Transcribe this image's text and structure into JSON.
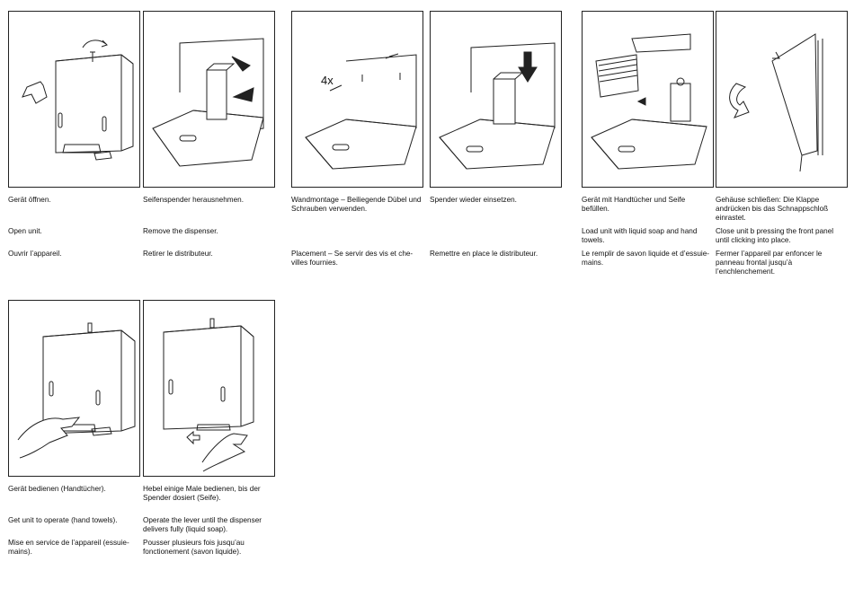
{
  "steps": [
    {
      "de": "Gerät öffnen.",
      "en": "Open unit.",
      "fr": "Ouvrir l’appareil.",
      "icon": "open-unit-illustration"
    },
    {
      "de": "Seifenspender herausnehmen.",
      "en": "Remove the dispenser.",
      "fr": "Retirer le distributeur.",
      "icon": "remove-dispenser-illustration"
    },
    {
      "de": "Wandmontage – Beiliegende Dübel und Schrauben verwenden.",
      "en": "",
      "fr": "Placement – Se servir des vis et che-villes fournies.",
      "icon": "wall-mounting-illustration",
      "label": "4x"
    },
    {
      "de": "Spender wieder einsetzen.",
      "en": "",
      "fr": "Remettre en place le distributeur.",
      "icon": "reinsert-dispenser-illustration"
    },
    {
      "de": "Gerät mit Handtücher und Seife befüllen.",
      "en": "Load unit with liquid soap and hand towels.",
      "fr": "Le remplir de savon liquide et d’essuie-mains.",
      "icon": "load-unit-illustration"
    },
    {
      "de": "Gehäuse schließen: Die Klappe andrücken bis das Schnappschloß einrastet.",
      "en": "Close unit b pressing the front panel until clicking into place.",
      "fr": "Fermer l’appareil par enfoncer le panneau frontal jusqu’à l’enchlenchement.",
      "icon": "close-unit-illustration"
    },
    {
      "de": "Gerät bedienen (Handtücher).",
      "en": "Get unit to operate (hand towels).",
      "fr": "Mise en service de l’appareil (essuie-mains).",
      "icon": "operate-towels-illustration"
    },
    {
      "de": "Hebel einige Male bedienen, bis der Spender dosiert (Seife).",
      "en": "Operate the lever until the dispenser delivers fully (liquid soap).",
      "fr": "Pousser plusieurs fois jusqu’au fonctionement (savon liquide).",
      "icon": "operate-soap-illustration"
    }
  ]
}
